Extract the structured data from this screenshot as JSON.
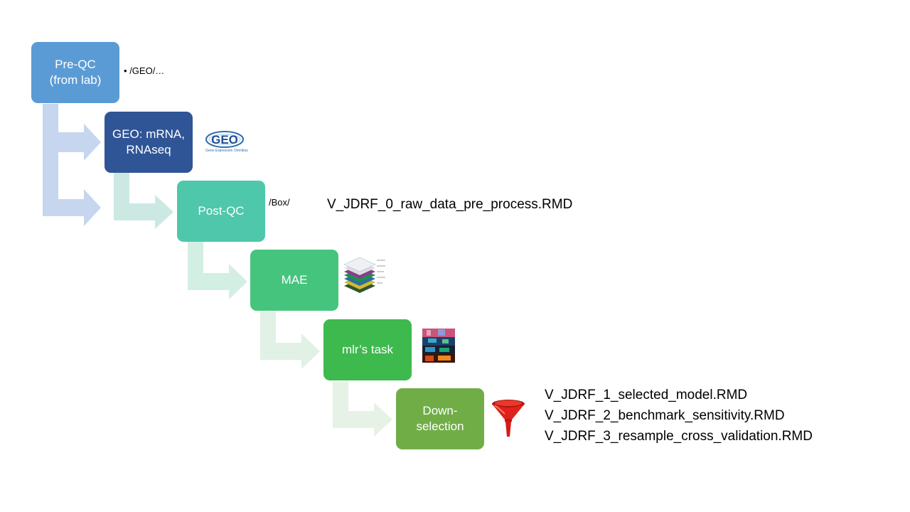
{
  "steps": [
    {
      "id": "pre-qc",
      "label": "Pre-QC\n(from lab)",
      "color": "#5b9bd5"
    },
    {
      "id": "geo",
      "label": "GEO: mRNA,\nRNAseq",
      "color": "#2f5597"
    },
    {
      "id": "post-qc",
      "label": "Post-QC",
      "color": "#4ec7aa"
    },
    {
      "id": "mae",
      "label": "MAE",
      "color": "#45c47e"
    },
    {
      "id": "mlr-task",
      "label": "mlr’s task",
      "color": "#3eb94e"
    },
    {
      "id": "down-selection",
      "label": "Down-\nselection",
      "color": "#70ad47"
    }
  ],
  "notes": {
    "geo_path": "/GEO/…",
    "box_path": "/Box/"
  },
  "files": {
    "raw_data": "V_JDRF_0_raw_data_pre_process.RMD",
    "downselection": [
      "V_JDRF_1_selected_model.RMD",
      "V_JDRF_2_benchmark_sensitivity.RMD",
      "V_JDRF_3_resample_cross_validation.RMD"
    ]
  },
  "logo": {
    "text": "GEO",
    "caption": "Gene Expression Omnibus"
  },
  "colors": {
    "arrow_blue": "#c5d6ee",
    "arrow_teal": "#cbe9e2",
    "arrow_green": "#e1f1e5",
    "funnel": "#e0201b"
  }
}
